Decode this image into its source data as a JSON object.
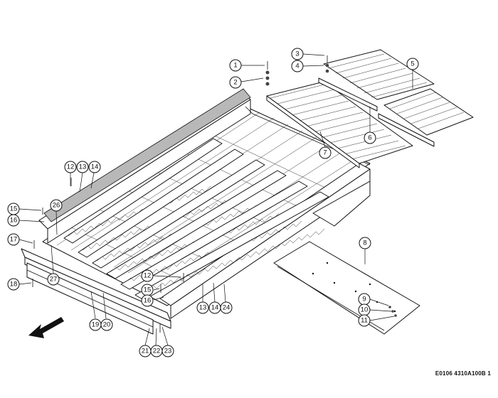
{
  "drawing": {
    "reference_code": "E0106 4310A100B 1",
    "callouts": [
      {
        "id": "c1",
        "label": "1"
      },
      {
        "id": "c2",
        "label": "2"
      },
      {
        "id": "c3",
        "label": "3"
      },
      {
        "id": "c4",
        "label": "4"
      },
      {
        "id": "c5",
        "label": "5"
      },
      {
        "id": "c6",
        "label": "6"
      },
      {
        "id": "c7",
        "label": "7"
      },
      {
        "id": "c8",
        "label": "8"
      },
      {
        "id": "c9",
        "label": "9"
      },
      {
        "id": "c10",
        "label": "10"
      },
      {
        "id": "c11",
        "label": "11"
      },
      {
        "id": "c12a",
        "label": "12"
      },
      {
        "id": "c13a",
        "label": "13"
      },
      {
        "id": "c14a",
        "label": "14"
      },
      {
        "id": "c15a",
        "label": "15"
      },
      {
        "id": "c16a",
        "label": "16"
      },
      {
        "id": "c17",
        "label": "17"
      },
      {
        "id": "c18",
        "label": "18"
      },
      {
        "id": "c19",
        "label": "19"
      },
      {
        "id": "c20",
        "label": "20"
      },
      {
        "id": "c21",
        "label": "21"
      },
      {
        "id": "c22",
        "label": "22"
      },
      {
        "id": "c23",
        "label": "23"
      },
      {
        "id": "c26",
        "label": "26"
      },
      {
        "id": "c27",
        "label": "27"
      },
      {
        "id": "c12b",
        "label": "12"
      },
      {
        "id": "c15b",
        "label": "15"
      },
      {
        "id": "c16b",
        "label": "16"
      },
      {
        "id": "c13b",
        "label": "13"
      },
      {
        "id": "c14b",
        "label": "14"
      },
      {
        "id": "c24",
        "label": "24"
      }
    ],
    "icons": {
      "direction": "travel-direction-arrow-icon"
    }
  }
}
